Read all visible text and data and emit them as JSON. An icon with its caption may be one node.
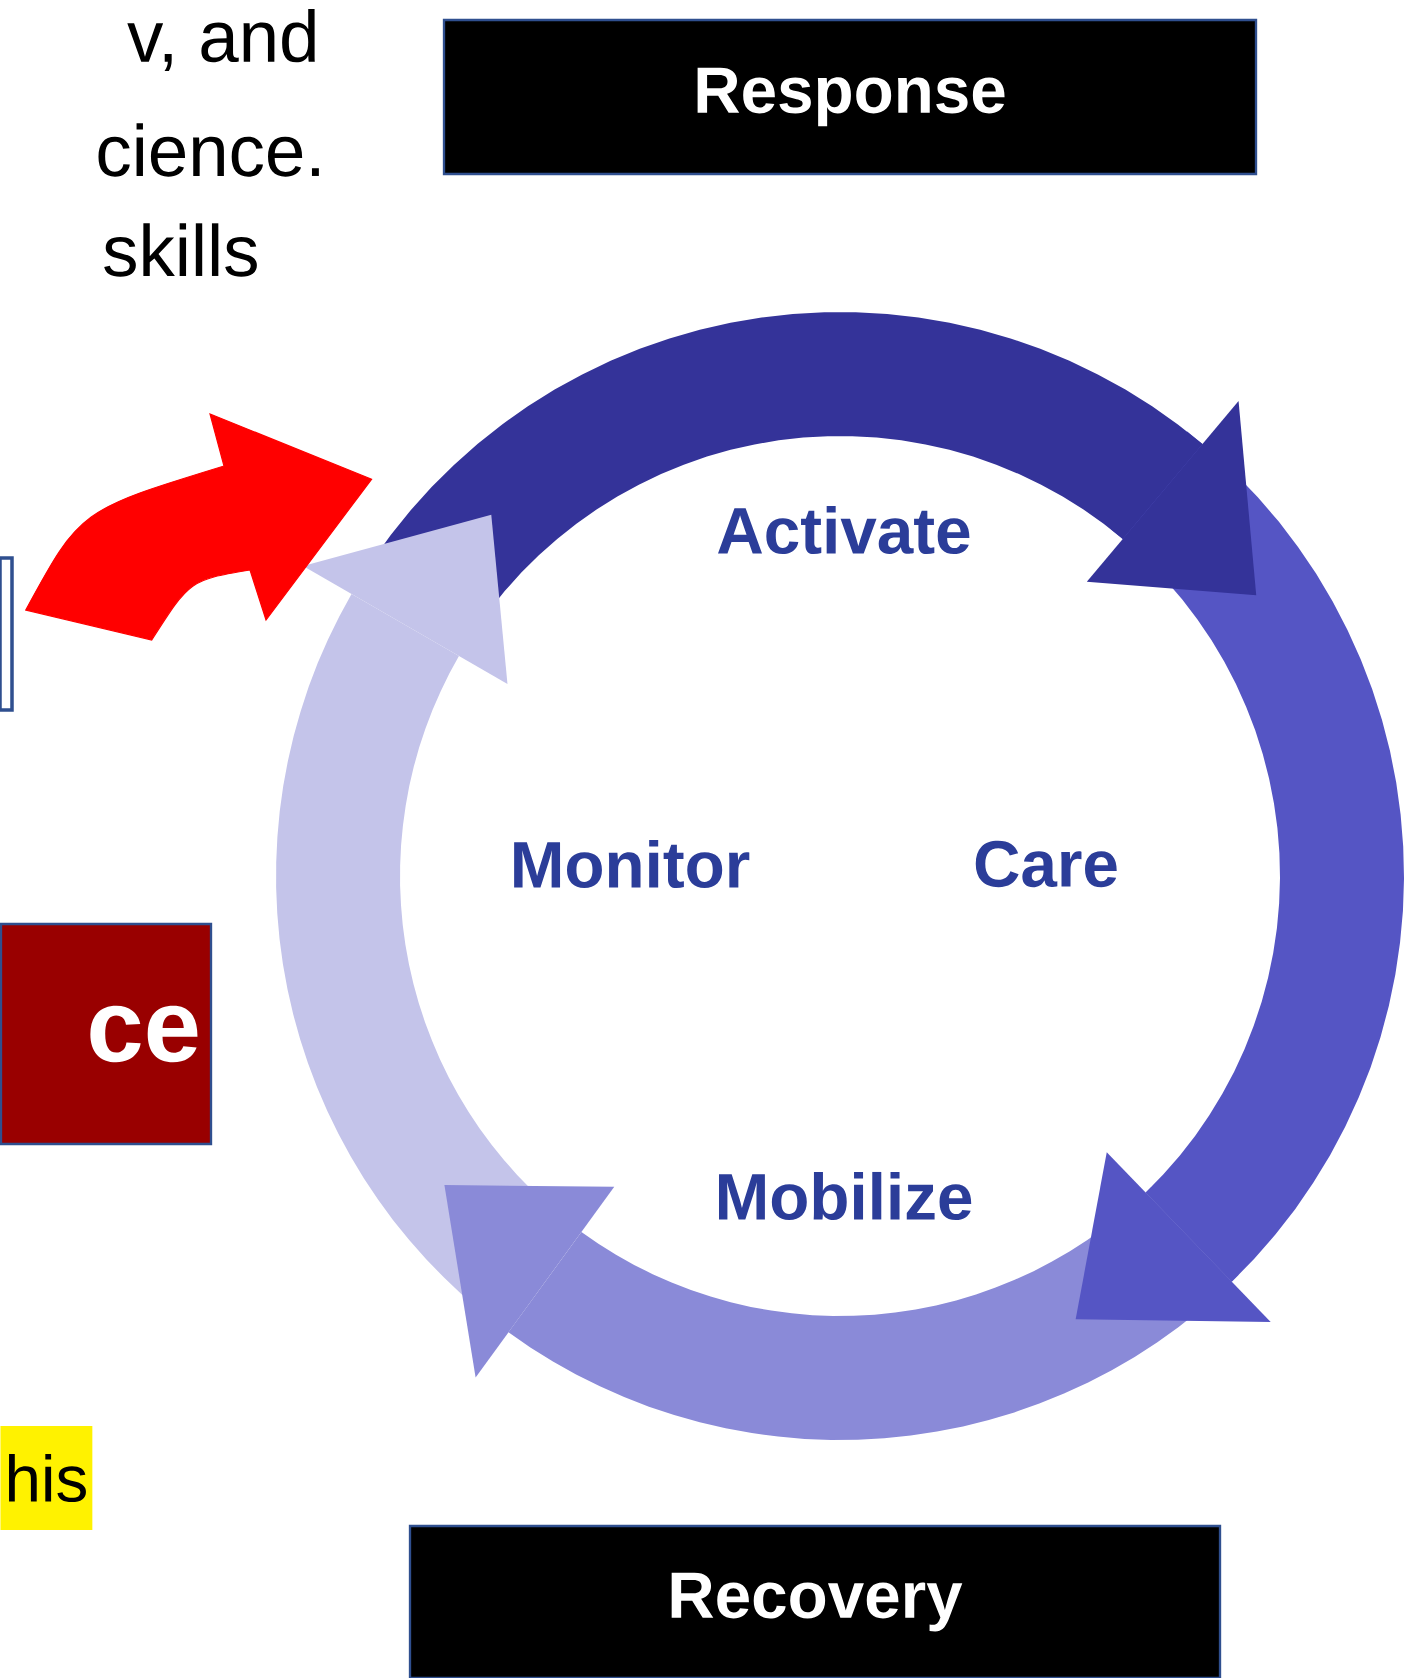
{
  "diagram": {
    "nodes": [
      {
        "text": [
          "Response"
        ]
      },
      {
        "text": [
          "Activate",
          "Monitor",
          "Care",
          "Mobilize"
        ]
      },
      {
        "text": [
          "Recovery"
        ]
      },
      {
        "text": [],
        "shape": "box"
      },
      {
        "text": [
          "ce"
        ]
      }
    ],
    "edges": [
      {
        "from": 3,
        "to": 1,
        "arrow": "to",
        "style": "thick",
        "color": "#ff0000"
      }
    ],
    "labels": [
      "v, and",
      "cience.",
      "skills",
      "his"
    ]
  }
}
